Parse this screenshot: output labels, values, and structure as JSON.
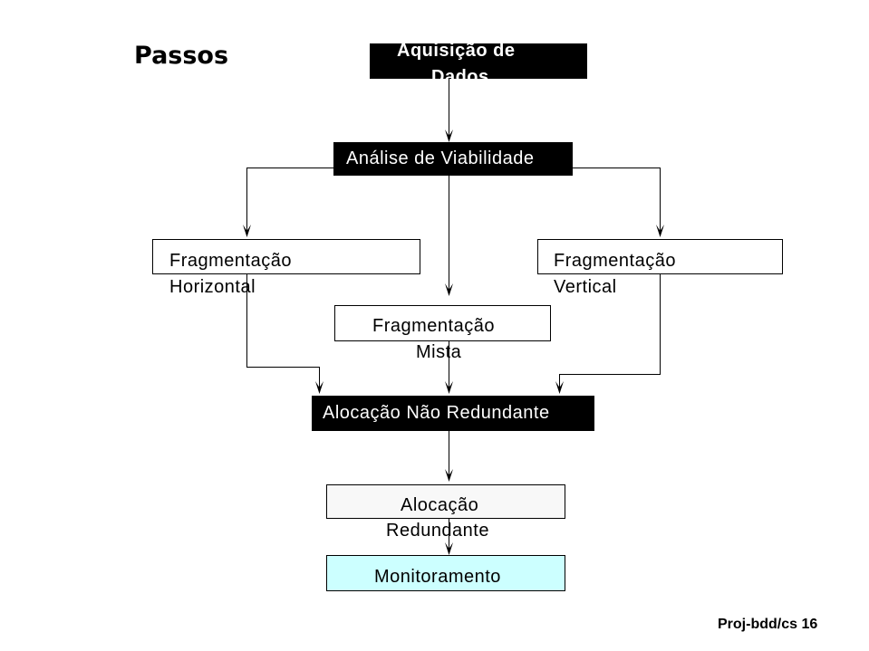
{
  "title": "Passos",
  "footer": "Proj-bdd/cs 16",
  "nodes": {
    "aquisicao": {
      "line1": "Aquisição de",
      "line2": "Dados"
    },
    "analise": "Análise de Viabilidade",
    "frag_horizontal": {
      "line1": "Fragmentação",
      "line2": "Horizontal"
    },
    "frag_vertical": {
      "line1": "Fragmentação",
      "line2": "Vertical"
    },
    "frag_mista": {
      "line1": "Fragmentação",
      "line2": "Mista"
    },
    "alocacao_nao_redundante": "Alocação Não Redundante",
    "alocacao_redundante": {
      "line1": "Alocação",
      "line2": "Redundante"
    },
    "monitoramento": "Monitoramento"
  },
  "colors": {
    "dark_box": "#000000",
    "redundante_fill": "#f8f8f8",
    "monitoramento_fill": "#ccffff"
  }
}
